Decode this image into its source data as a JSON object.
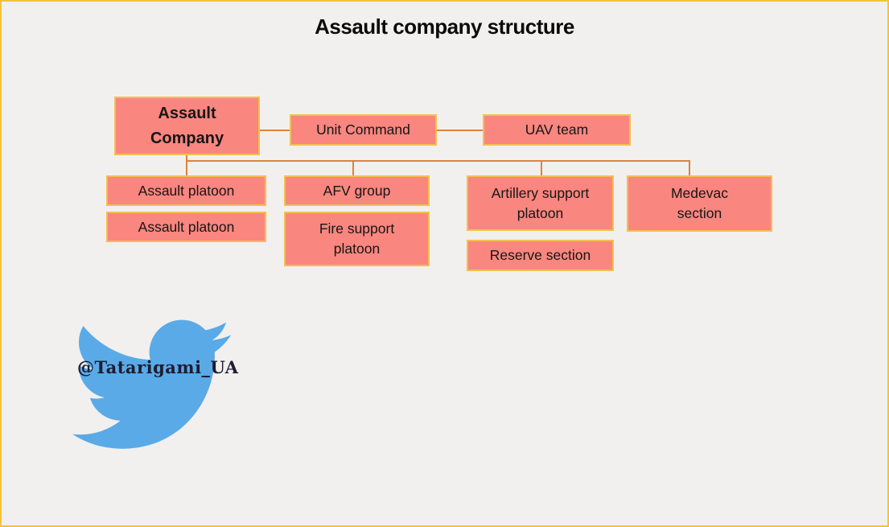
{
  "title": "Assault company structure",
  "colors": {
    "background": "#F1F0EF",
    "frame_border": "#F2C437",
    "box_fill": "#F9867F",
    "box_border": "#F2C14E",
    "connector_line": "#E0823C",
    "text": "#161616",
    "twitter_blue": "#5AAAE8",
    "handle_text": "#1D1D30"
  },
  "nodes": {
    "root": {
      "label": "Assault Company"
    },
    "unit_command": {
      "label": "Unit Command"
    },
    "uav_team": {
      "label": "UAV team"
    },
    "assault_platoon_1": {
      "label": "Assault platoon"
    },
    "assault_platoon_2": {
      "label": "Assault platoon"
    },
    "afv_group": {
      "label": "AFV group"
    },
    "fire_support_platoon": {
      "label": "Fire support platoon"
    },
    "artillery_support_platoon": {
      "label": "Artillery support platoon"
    },
    "reserve_section": {
      "label": "Reserve section"
    },
    "medevac_section": {
      "label": "Medevac section"
    }
  },
  "hierarchy": {
    "root": "Assault Company",
    "attached_to_root": [
      "Unit Command",
      "UAV team"
    ],
    "subordinate_columns": [
      [
        "Assault platoon",
        "Assault platoon"
      ],
      [
        "AFV group",
        "Fire support platoon"
      ],
      [
        "Artillery support platoon",
        "Reserve section"
      ],
      [
        "Medevac section"
      ]
    ]
  },
  "watermark": {
    "handle": "@Tatarigami_UA",
    "icon": "twitter-bird-icon"
  }
}
